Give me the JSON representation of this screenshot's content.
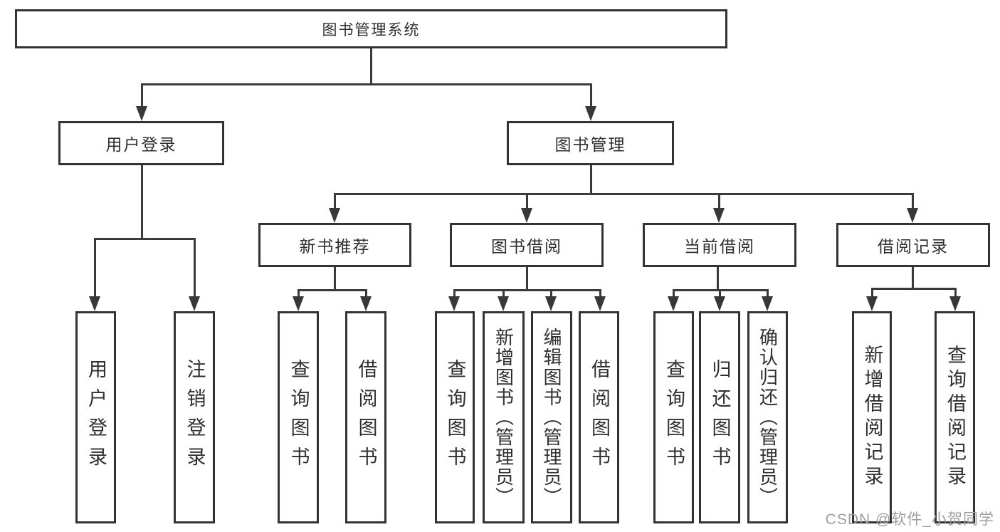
{
  "diagram_title": "图书管理系统",
  "tree": {
    "label": "图书管理系统",
    "children": [
      {
        "label": "用户登录",
        "children": [
          {
            "label": "用户登录"
          },
          {
            "label": "注销登录"
          }
        ]
      },
      {
        "label": "图书管理",
        "children": [
          {
            "label": "新书推荐",
            "children": [
              {
                "label": "查询图书"
              },
              {
                "label": "借阅图书"
              }
            ]
          },
          {
            "label": "图书借阅",
            "children": [
              {
                "label": "查询图书"
              },
              {
                "label": "新增图书（管理员）"
              },
              {
                "label": "编辑图书（管理员）"
              },
              {
                "label": "借阅图书"
              }
            ]
          },
          {
            "label": "当前借阅",
            "children": [
              {
                "label": "查询图书"
              },
              {
                "label": "归还图书"
              },
              {
                "label": "确认归还（管理员）"
              }
            ]
          },
          {
            "label": "借阅记录",
            "children": [
              {
                "label": "新增借阅记录"
              },
              {
                "label": "查询借阅记录"
              }
            ]
          }
        ]
      }
    ]
  },
  "watermark": "CSDN @软件_小贺同学",
  "colors": {
    "line": "#3a3a3a",
    "border": "#333333",
    "text": "#2f2f2f",
    "background": "#ffffff",
    "watermark": "#9e9e9e"
  }
}
